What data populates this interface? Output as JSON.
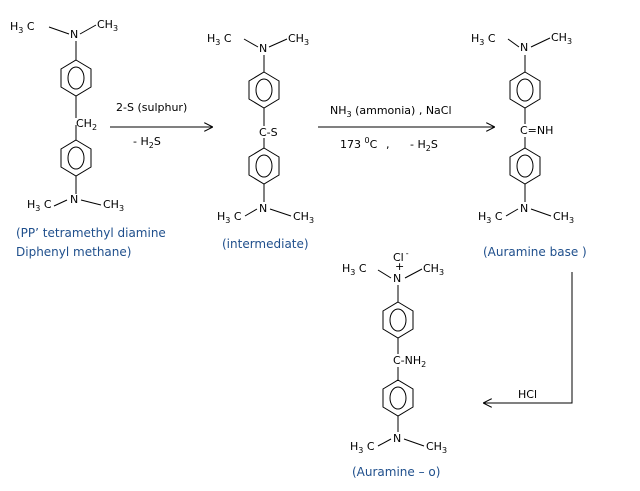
{
  "molecules": {
    "start": {
      "top_group": {
        "h3c": "H",
        "h3c_sub": "3",
        "h3c_c": "C",
        "n": "N",
        "ch3": "CH",
        "ch3_sub": "3"
      },
      "bridge": {
        "text": "CH",
        "sub": "2"
      },
      "bottom_group": {
        "h3c": "H",
        "h3c_sub": "3",
        "h3c_c": "C",
        "n": "N",
        "ch3": "CH",
        "ch3_sub": "3"
      },
      "caption_line1": "(PP’ tetramethyl diamine",
      "caption_line2": "Diphenyl methane)"
    },
    "intermediate": {
      "top_group": {
        "h3c": "H",
        "h3c_sub": "3",
        "h3c_c": "C",
        "n": "N",
        "ch3": "CH",
        "ch3_sub": "3"
      },
      "bridge": {
        "text": "C-S"
      },
      "bottom_group": {
        "h3c": "H",
        "h3c_sub": "3",
        "h3c_c": "C",
        "n": "N",
        "ch3": "CH",
        "ch3_sub": "3"
      },
      "caption": "(intermediate)"
    },
    "auramine_base": {
      "top_group": {
        "h3c": "H",
        "h3c_sub": "3",
        "h3c_c": "C",
        "n": "N",
        "ch3": "CH",
        "ch3_sub": "3"
      },
      "bridge": {
        "text": "C=NH"
      },
      "bottom_group": {
        "h3c": "H",
        "h3c_sub": "3",
        "h3c_c": "C",
        "n": "N",
        "ch3": "CH",
        "ch3_sub": "3"
      },
      "caption": "(Auramine base )"
    },
    "auramine_o": {
      "counter_ion": "Cl",
      "counter_charge": "-",
      "plus": "+",
      "top_group": {
        "h3c": "H",
        "h3c_sub": "3",
        "h3c_c": "C",
        "n": "N",
        "ch3": "CH",
        "ch3_sub": "3"
      },
      "bridge": {
        "text": "C-NH",
        "sub": "2"
      },
      "bottom_group": {
        "h3c": "H",
        "h3c_sub": "3",
        "h3c_c": "C",
        "n": "N",
        "ch3": "CH",
        "ch3_sub": "3"
      },
      "caption": "(Auramine – o)"
    }
  },
  "reactions": {
    "step1": {
      "above": "2-S (sulphur)",
      "below_prefix": "- H",
      "below_sub": "2",
      "below_suffix": "S"
    },
    "step2": {
      "above_prefix": "NH",
      "above_sub": "3",
      "above_suffix": " (ammonia) , NaCl",
      "temp_value": "173 ",
      "temp_sup": "0",
      "temp_unit": "C",
      "separator": ",",
      "below_prefix": "- H",
      "below_sub": "2",
      "below_suffix": "S"
    },
    "step3": {
      "label": "HCl"
    }
  }
}
